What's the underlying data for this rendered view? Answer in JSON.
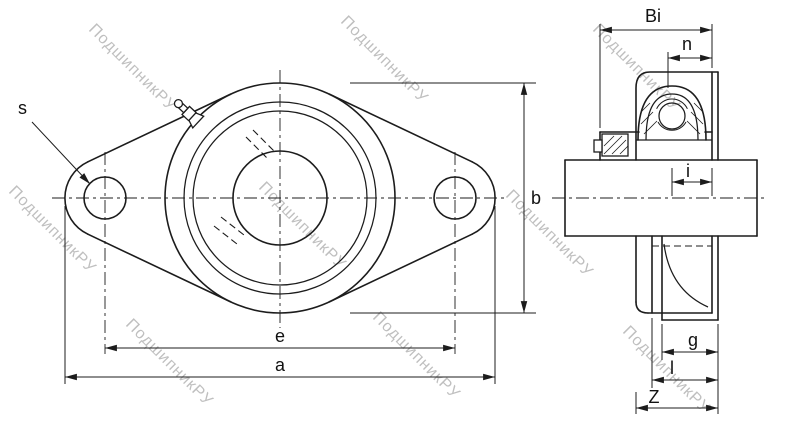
{
  "watermark": {
    "text": "ПодшипникРУ"
  },
  "front_view": {
    "labels": {
      "s": "s",
      "b": "b",
      "e": "e",
      "a": "a"
    }
  },
  "side_view": {
    "labels": {
      "bi": "Bi",
      "n": "n",
      "i": "i",
      "g": "g",
      "l": "l",
      "z": "Z"
    }
  },
  "colors": {
    "line": "#1c1c1c",
    "watermark": "#8c8c8c",
    "background": "#ffffff"
  }
}
